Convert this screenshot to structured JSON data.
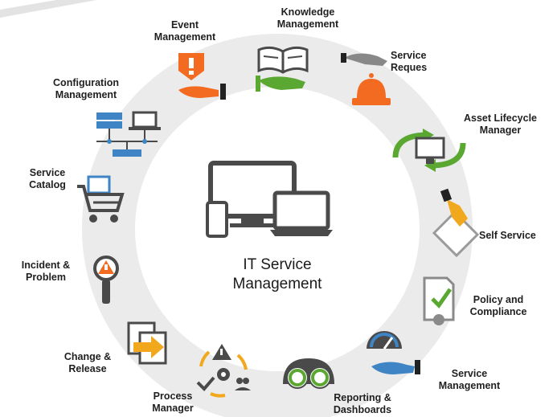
{
  "center": {
    "title": "IT Service\nManagement",
    "icon": "devices-icon"
  },
  "items": [
    {
      "label": "Event\nManagement",
      "icon": "alert-hand-icon"
    },
    {
      "label": "Knowledge\nManagement",
      "icon": "open-book-hand-icon"
    },
    {
      "label": "Service\nReques",
      "icon": "service-bell-icon"
    },
    {
      "label": "Asset Lifecycle\nManager",
      "icon": "monitor-cycle-icon"
    },
    {
      "label": "Self Service",
      "icon": "hand-pointer-icon"
    },
    {
      "label": "Policy and\nCompliance",
      "icon": "certificate-check-icon"
    },
    {
      "label": "Service\nManagement",
      "icon": "gauge-hand-icon"
    },
    {
      "label": "Reporting &\nDashboards",
      "icon": "dashboard-gauges-icon"
    },
    {
      "label": "Process\nManager",
      "icon": "process-cycle-icon"
    },
    {
      "label": "Change &\nRelease",
      "icon": "document-arrow-icon"
    },
    {
      "label": "Incident &\nProblem",
      "icon": "magnifier-warning-icon"
    },
    {
      "label": "Service\nCatalog",
      "icon": "shopping-cart-icon"
    },
    {
      "label": "Configuration\nManagement",
      "icon": "network-servers-icon"
    }
  ],
  "colors": {
    "ring": "#e9e9e9",
    "orange": "#f26b21",
    "green": "#5aa832",
    "blue": "#3f84c4",
    "gray": "#4a4a4a",
    "gold": "#f2a81d"
  }
}
